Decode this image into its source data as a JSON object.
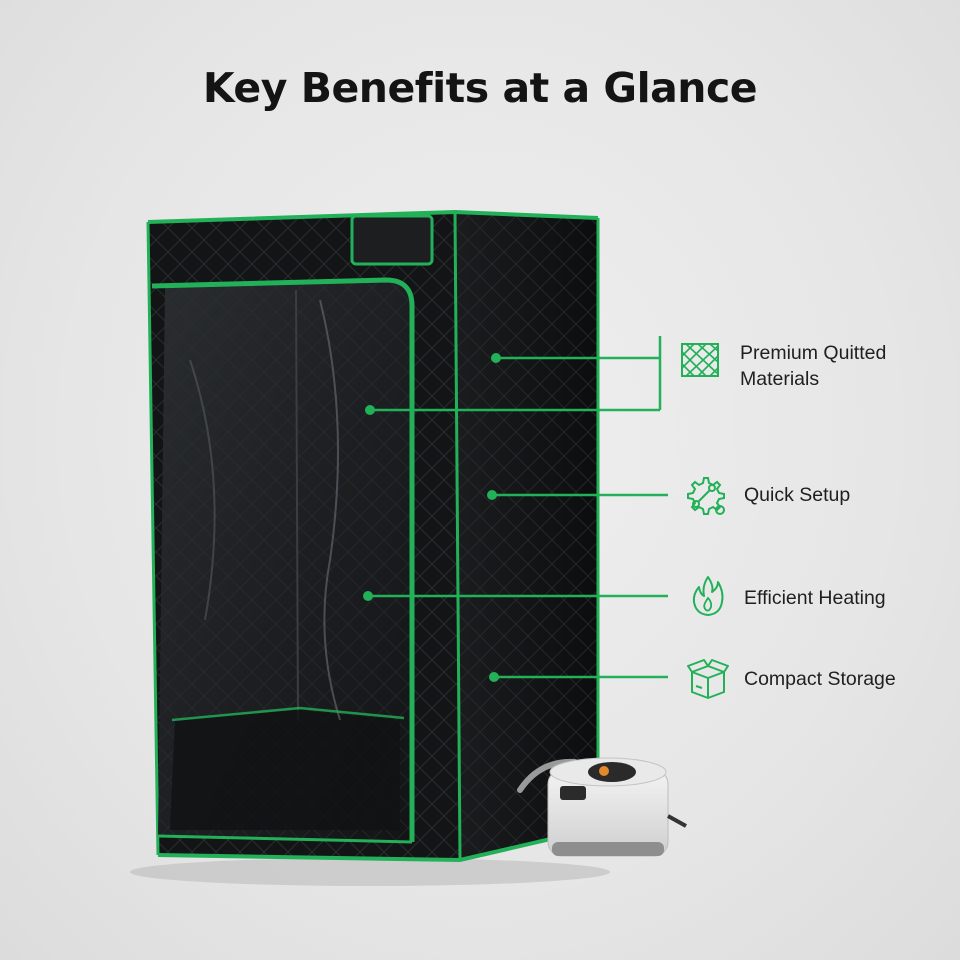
{
  "page": {
    "title": "Key Benefits at a Glance"
  },
  "features": [
    {
      "label_line1": "Premium Quitted",
      "label_line2": "Materials",
      "icon": "quilted-pattern-icon"
    },
    {
      "label": "Quick Setup",
      "icon": "gear-wrench-icon"
    },
    {
      "label": "Efficient Heating",
      "icon": "flame-icon"
    },
    {
      "label": "Compact Storage",
      "icon": "open-box-icon"
    }
  ],
  "colors": {
    "accent": "#22b158",
    "tent": "#0f1011",
    "text": "#141414",
    "background": "#e8e8e8"
  }
}
